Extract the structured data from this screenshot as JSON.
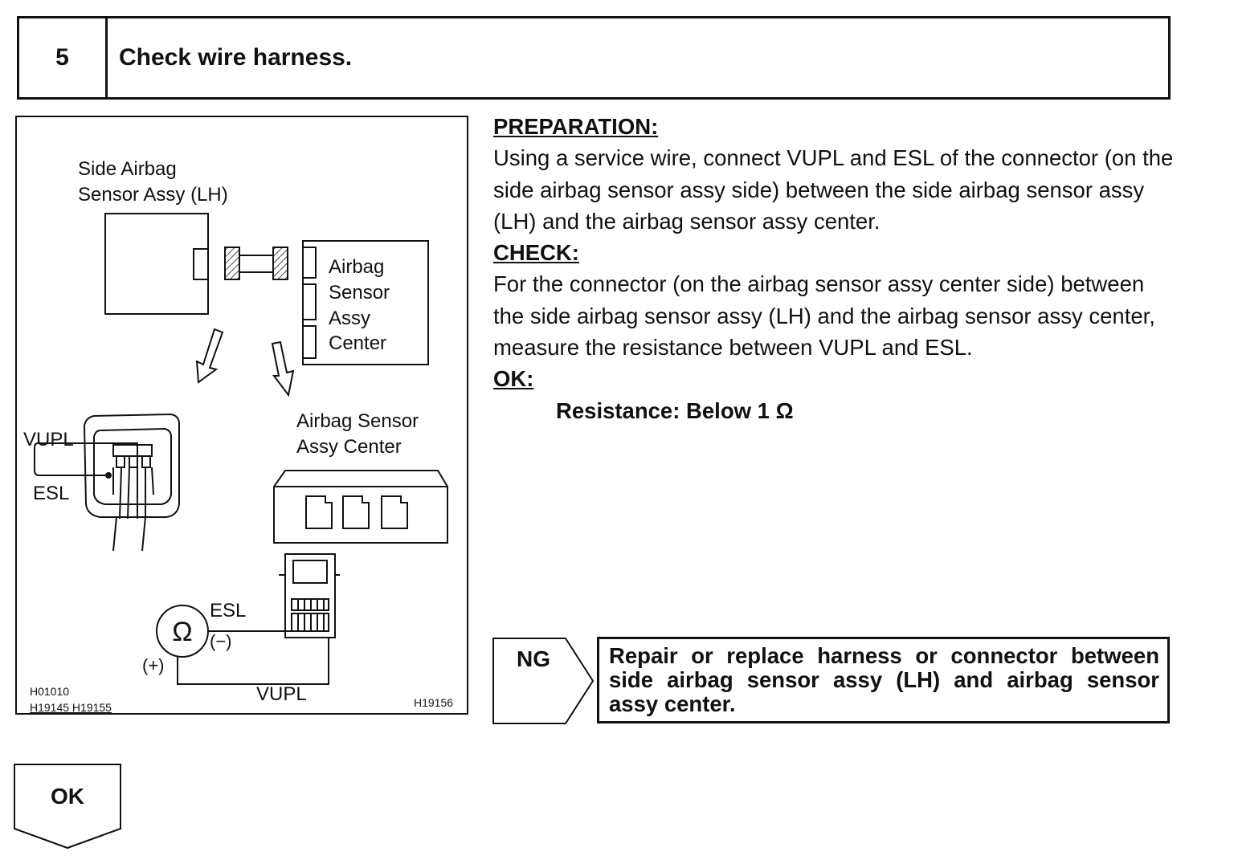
{
  "step": {
    "number": "5",
    "title": "Check wire harness."
  },
  "figure": {
    "side_sensor_label_line1": "Side Airbag",
    "side_sensor_label_line2": "Sensor Assy (LH)",
    "center_label_line1": "Airbag",
    "center_label_line2": "Sensor",
    "center_label_line3": "Assy",
    "center_label_line4": "Center",
    "vupl_label": "VUPL",
    "esl_label": "ESL",
    "connector_label_line1": "Airbag Sensor",
    "connector_label_line2": "Assy Center",
    "meter_symbol": "Ω",
    "meter_esl_label": "ESL",
    "meter_minus": "(−)",
    "meter_plus": "(+)",
    "meter_vupl_label": "VUPL",
    "code_1": "H01010",
    "code_2": "H19145  H19155",
    "code_3": "H19156"
  },
  "instructions": {
    "preparation_heading": "PREPARATION:",
    "preparation_text": "Using a service wire, connect VUPL and ESL of the connector (on the side airbag sensor assy side) between the side airbag sensor assy (LH) and the airbag sensor assy center.",
    "check_heading": "CHECK:",
    "check_text": "For the connector (on the airbag sensor assy center side) between the side airbag sensor assy (LH) and the airbag sensor assy center, measure the resistance between VUPL and ESL.",
    "ok_heading": "OK:",
    "spec": "Resistance: Below 1 Ω"
  },
  "ng": {
    "label": "NG",
    "action": "Repair or replace harness or connector between side airbag sensor assy (LH) and airbag sensor assy center."
  },
  "ok": {
    "label": "OK"
  }
}
